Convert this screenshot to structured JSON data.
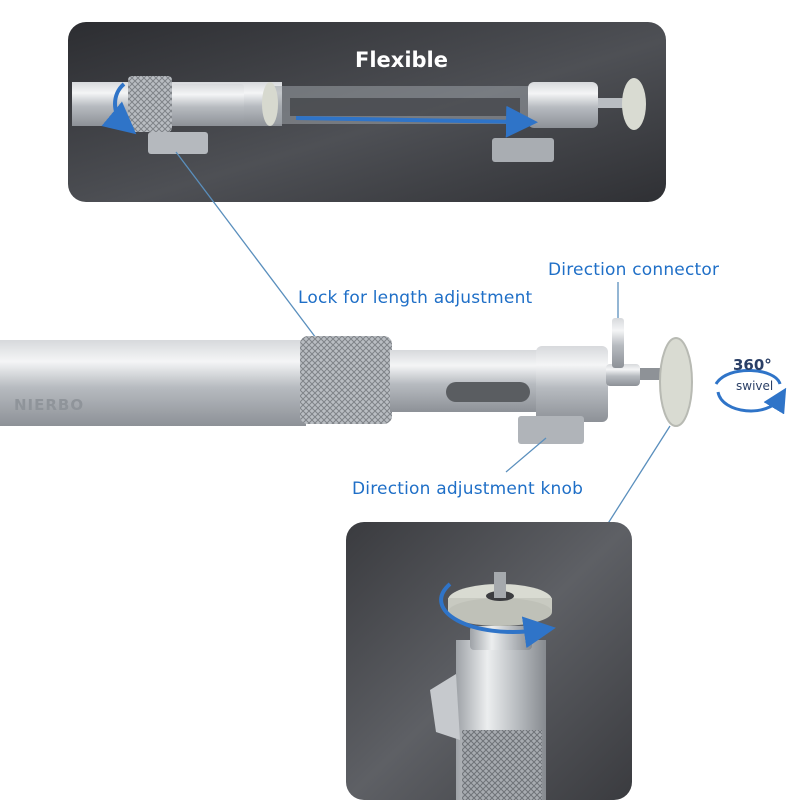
{
  "top_panel": {
    "title": "Flexible"
  },
  "labels": {
    "lock": "Lock for length adjustment",
    "connector": "Direction connector",
    "knob": "Direction adjustment knob"
  },
  "swivel_badge": {
    "degrees": "360°",
    "word": "swivel"
  },
  "product": {
    "brand": "NIERBO"
  },
  "colors": {
    "label_blue": "#1f6fc7",
    "arrow_blue": "#2f74c8",
    "panel_dark": "#3b3c40"
  }
}
